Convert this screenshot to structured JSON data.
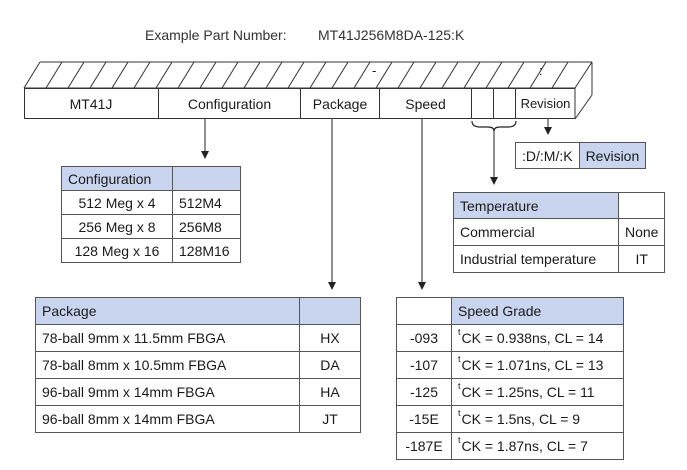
{
  "header": {
    "example_label": "Example Part Number:",
    "example_value": "MT41J256M8DA-125:K"
  },
  "part_bar": {
    "dash": "-",
    "colon": ":",
    "segments": [
      "MT41J",
      "Configuration",
      "Package",
      "Speed",
      "",
      "Revision"
    ]
  },
  "revision_box": {
    "value": ":D/:M/:K",
    "label": "Revision"
  },
  "configuration_table": {
    "header": "Configuration",
    "rows": [
      {
        "desc": "512 Meg x 4",
        "code": "512M4"
      },
      {
        "desc": "256 Meg x 8",
        "code": "256M8"
      },
      {
        "desc": "128 Meg x 16",
        "code": "128M16"
      }
    ]
  },
  "temperature_table": {
    "header": "Temperature",
    "rows": [
      {
        "desc": "Commercial",
        "code": "None"
      },
      {
        "desc": "Industrial temperature",
        "code": "IT"
      }
    ]
  },
  "package_table": {
    "header": "Package",
    "rows": [
      {
        "desc": "78-ball 9mm x 11.5mm FBGA",
        "code": "HX"
      },
      {
        "desc": "78-ball 8mm x 10.5mm FBGA",
        "code": "DA"
      },
      {
        "desc": "96-ball 9mm x 14mm FBGA",
        "code": "HA"
      },
      {
        "desc": "96-ball 8mm x 14mm FBGA",
        "code": "JT"
      }
    ]
  },
  "speed_table": {
    "header": "Speed Grade",
    "t_prefix": "t",
    "rows": [
      {
        "code": "-093",
        "desc": "CK = 0.938ns, CL = 14"
      },
      {
        "code": "-107",
        "desc": "CK = 1.071ns, CL = 13"
      },
      {
        "code": "-125",
        "desc": "CK = 1.25ns, CL = 11"
      },
      {
        "code": "-15E",
        "desc": "CK = 1.5ns, CL = 9"
      },
      {
        "code": "-187E",
        "desc": "CK = 1.87ns, CL = 7"
      }
    ]
  }
}
